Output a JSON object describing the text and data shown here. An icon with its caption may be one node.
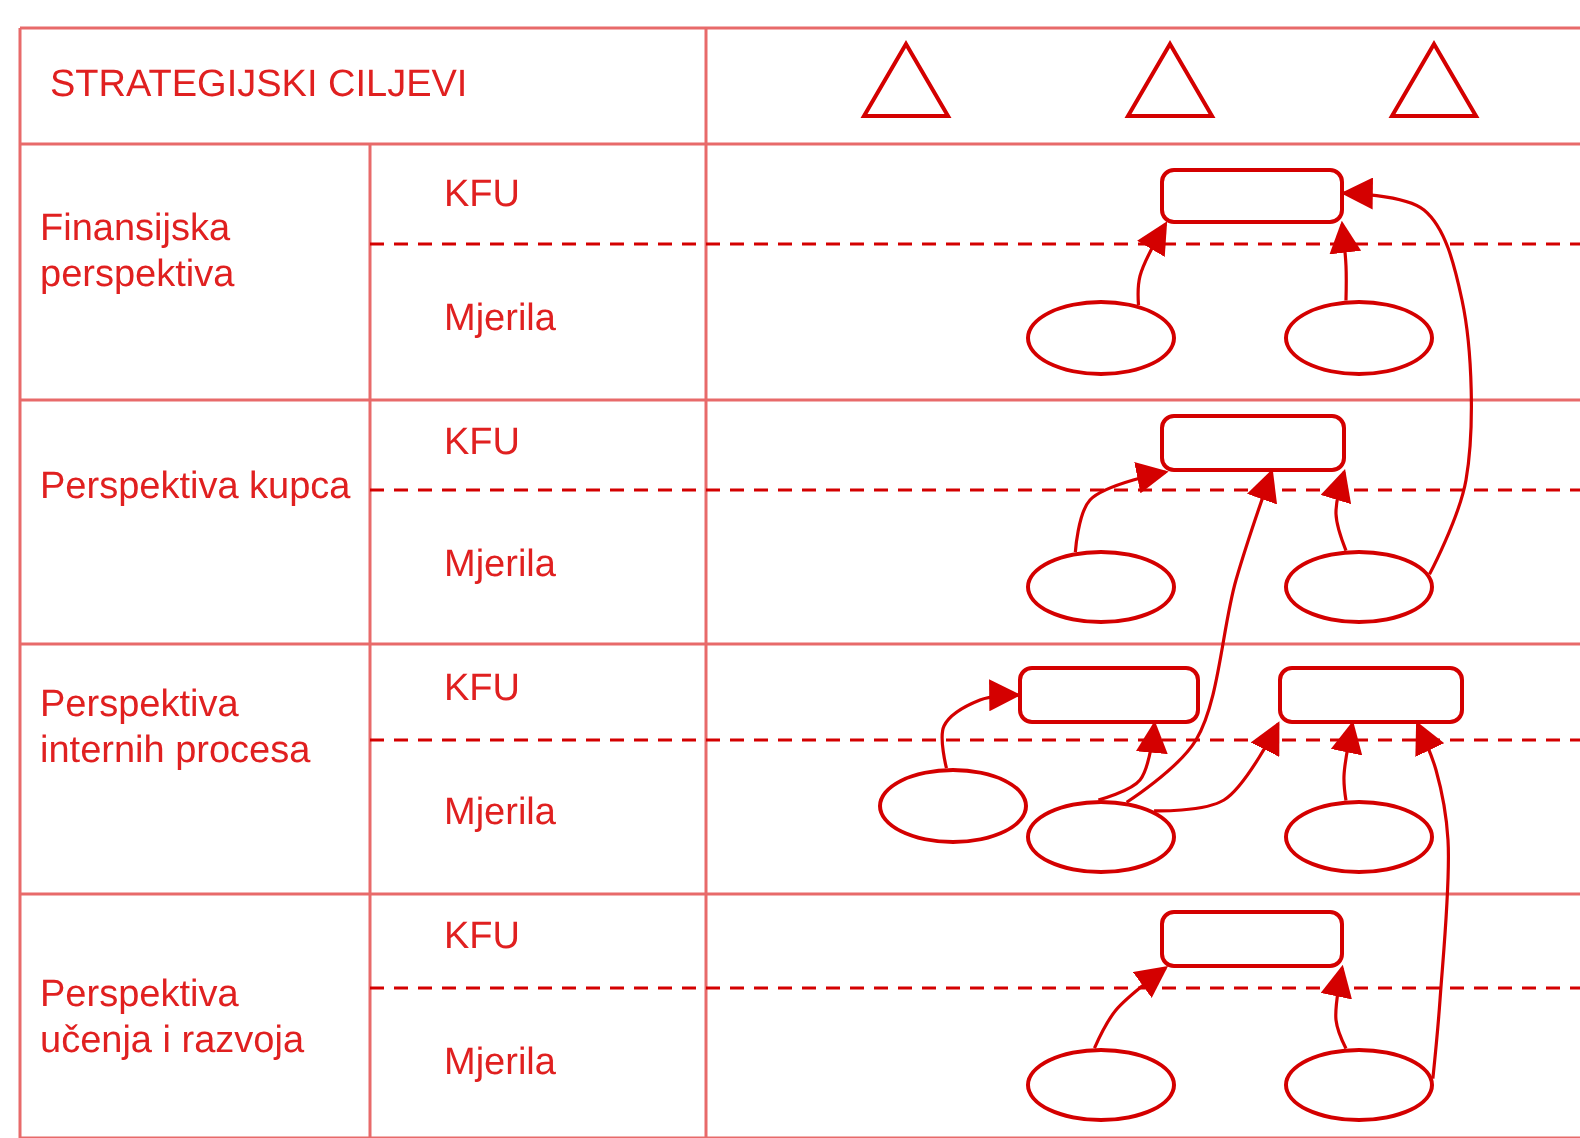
{
  "diagram": {
    "nodes": [
      {
        "text": [],
        "shape": "box"
      },
      {
        "text": [],
        "shape": "ellipse"
      },
      {
        "text": [],
        "shape": "ellipse"
      },
      {
        "text": [],
        "shape": "box"
      },
      {
        "text": [],
        "shape": "ellipse"
      },
      {
        "text": [],
        "shape": "ellipse"
      },
      {
        "text": [],
        "shape": "box"
      },
      {
        "text": [],
        "shape": "box"
      },
      {
        "text": [],
        "shape": "ellipse"
      },
      {
        "text": [],
        "shape": "ellipse"
      },
      {
        "text": [],
        "shape": "ellipse"
      },
      {
        "text": [],
        "shape": "box"
      },
      {
        "text": [],
        "shape": "ellipse"
      },
      {
        "text": [],
        "shape": "ellipse"
      }
    ],
    "edges": [
      {
        "from": 1,
        "to": 0,
        "arrow": "to"
      },
      {
        "from": 2,
        "to": 0,
        "arrow": "to"
      },
      {
        "from": 5,
        "to": 0,
        "arrow": "to"
      },
      {
        "from": 4,
        "to": 3,
        "arrow": "to"
      },
      {
        "from": 9,
        "to": 3,
        "arrow": "to"
      },
      {
        "from": 5,
        "to": 3,
        "arrow": "to"
      },
      {
        "from": 8,
        "to": 6,
        "arrow": "to"
      },
      {
        "from": 9,
        "to": 6,
        "arrow": "to"
      },
      {
        "from": 9,
        "to": 7,
        "arrow": "to"
      },
      {
        "from": 10,
        "to": 7,
        "arrow": "to"
      },
      {
        "from": 13,
        "to": 7,
        "arrow": "to"
      },
      {
        "from": 12,
        "to": 11,
        "arrow": "to"
      },
      {
        "from": 13,
        "to": 11,
        "arrow": "to"
      }
    ],
    "labels": [
      "STRATEGIJSKI CILJEVI",
      "Finansijska perspektiva",
      "KFU",
      "Mjerila",
      "Perspektiva kupca",
      "KFU",
      "Mjerila",
      "Perspektiva internih procesa",
      "KFU",
      "Mjerila",
      "Perspektiva učenja i razvoja",
      "KFU",
      "Mjerila"
    ]
  }
}
